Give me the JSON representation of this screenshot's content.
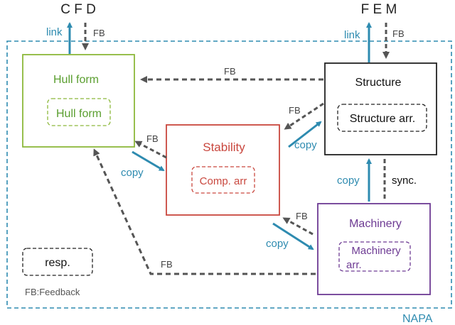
{
  "diagram": {
    "container_label": "NAPA",
    "external": {
      "cfd": "C F D",
      "fem": "F E M"
    },
    "nodes": {
      "hull": {
        "title": "Hull form",
        "inner": "Hull form",
        "color": "#5a9e2f",
        "inner_color": "#8cb83a"
      },
      "structure": {
        "title": "Structure",
        "inner": "Structure arr.",
        "color": "#222222"
      },
      "stability": {
        "title": "Stability",
        "inner": "Comp. arr",
        "color": "#c9473e"
      },
      "machinery": {
        "title": "Machinery",
        "inner_line1": "Machinery",
        "inner_line2": "arr.",
        "color": "#6d3a93"
      }
    },
    "edge_labels": {
      "link": "link",
      "fb": "FB",
      "copy": "copy",
      "sync": "sync."
    },
    "legend": {
      "resp": "resp.",
      "feedback": "FB:Feedback"
    },
    "colors": {
      "blue": "#2e8bb0",
      "dash": "#555555",
      "container": "#2e8bb0"
    }
  }
}
